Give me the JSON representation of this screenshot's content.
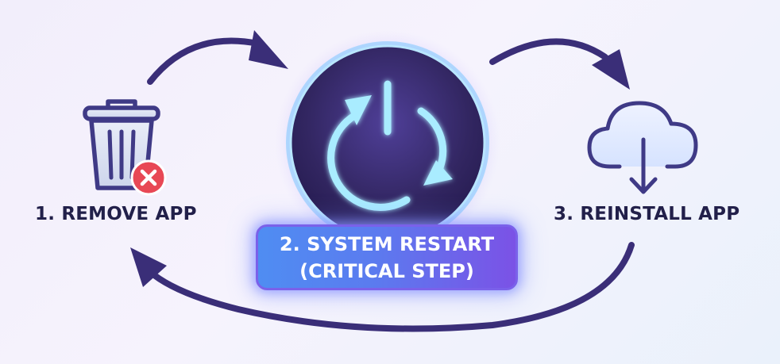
{
  "steps": {
    "remove": {
      "label": "1. REMOVE APP",
      "icon": "trash-can-icon",
      "badge_icon": "close-x-icon"
    },
    "restart": {
      "label_line1": "2. SYSTEM RESTART",
      "label_line2": "(CRITICAL STEP)",
      "icon": "power-restart-icon"
    },
    "reinstall": {
      "label": "3. REINSTALL APP",
      "icon": "cloud-download-icon"
    }
  },
  "colors": {
    "text": "#22204a",
    "arrow": "#3a2e78",
    "icon_stroke": "#3f3a86",
    "badge": "#e84855",
    "banner_text": "#ffffff",
    "power_glow": "#a9ecff"
  }
}
